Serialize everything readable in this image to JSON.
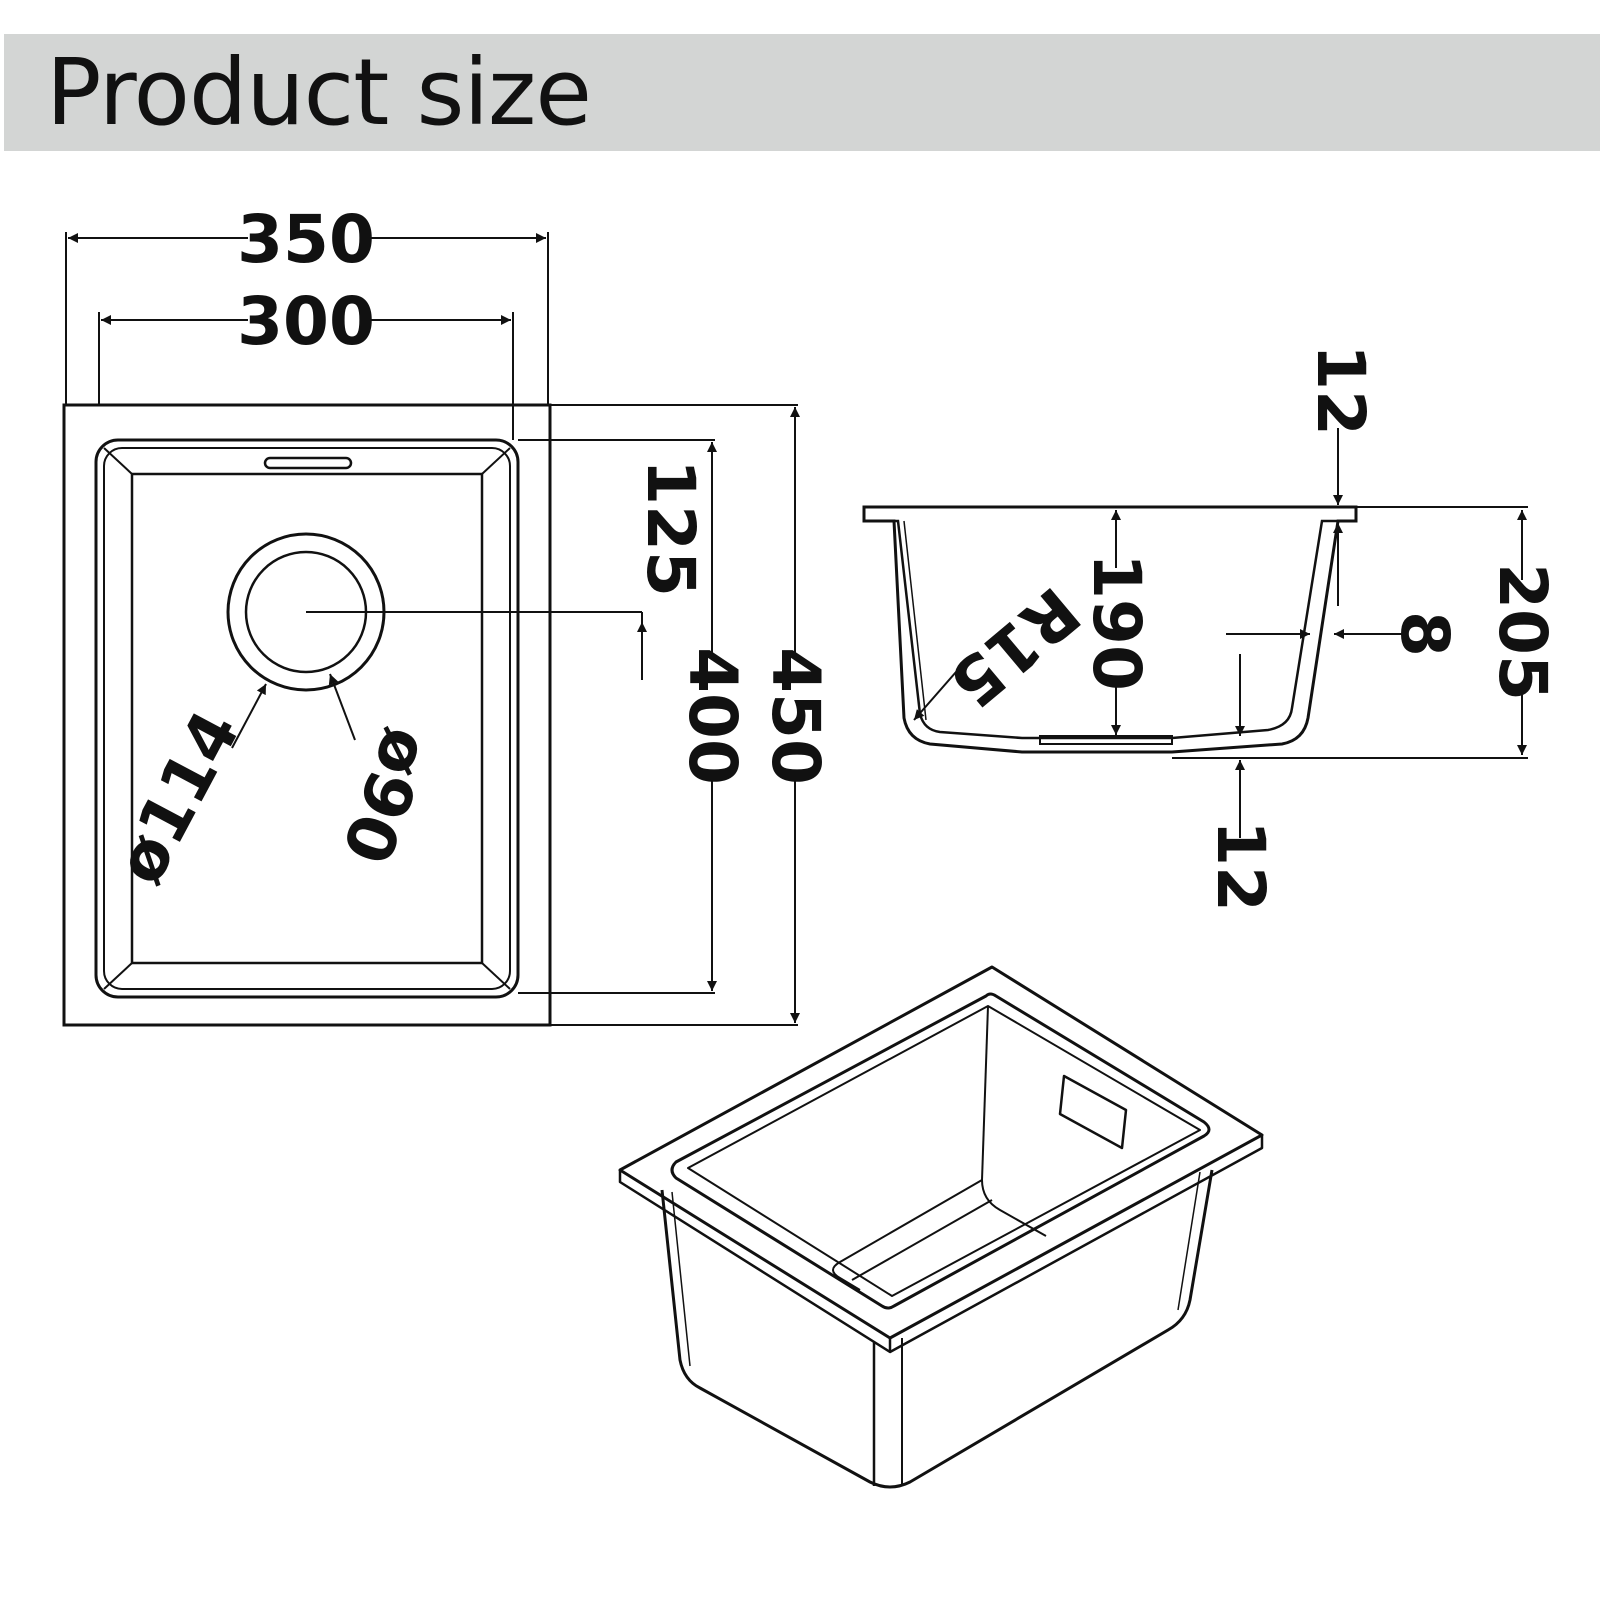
{
  "header": {
    "title": "Product size"
  },
  "top_view": {
    "width_outer": "350",
    "width_inner": "300",
    "drain_offset": "125",
    "length_inner": "400",
    "length_outer": "450",
    "drain_outer_dia": "ø114",
    "drain_inner_dia": "ø90"
  },
  "side_view": {
    "rim_thickness": "12",
    "corner_radius": "R15",
    "inner_depth": "190",
    "wall_thickness": "8",
    "total_depth": "205",
    "bottom_thickness": "12"
  },
  "colors": {
    "line": "#111111",
    "header_band": "#d3d5d4",
    "background": "#ffffff"
  }
}
